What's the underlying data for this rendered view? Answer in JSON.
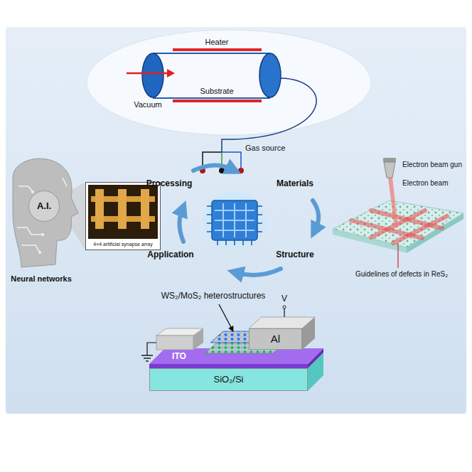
{
  "diagram": {
    "nodes": [
      {
        "text": [
          "Heater"
        ]
      },
      {
        "text": [
          "Substrate"
        ]
      },
      {
        "text": [
          "Vacuum"
        ]
      },
      {
        "text": [
          "A.I."
        ]
      },
      {
        "text": [
          "4×4 artificial synapse array"
        ]
      },
      {
        "text": [
          "Al"
        ]
      },
      {
        "text": [
          "ITO"
        ]
      },
      {
        "text": [
          "SiO₂/Si"
        ]
      }
    ],
    "labels": [
      "Gas source",
      "Processing",
      "Materials",
      "Structure",
      "Application",
      "Electron beam gun",
      "Electron beam",
      "Guidelines of defects in ReS₂",
      "Neural networks",
      "WS₂/MoS₂ heterostructures",
      "V"
    ]
  }
}
